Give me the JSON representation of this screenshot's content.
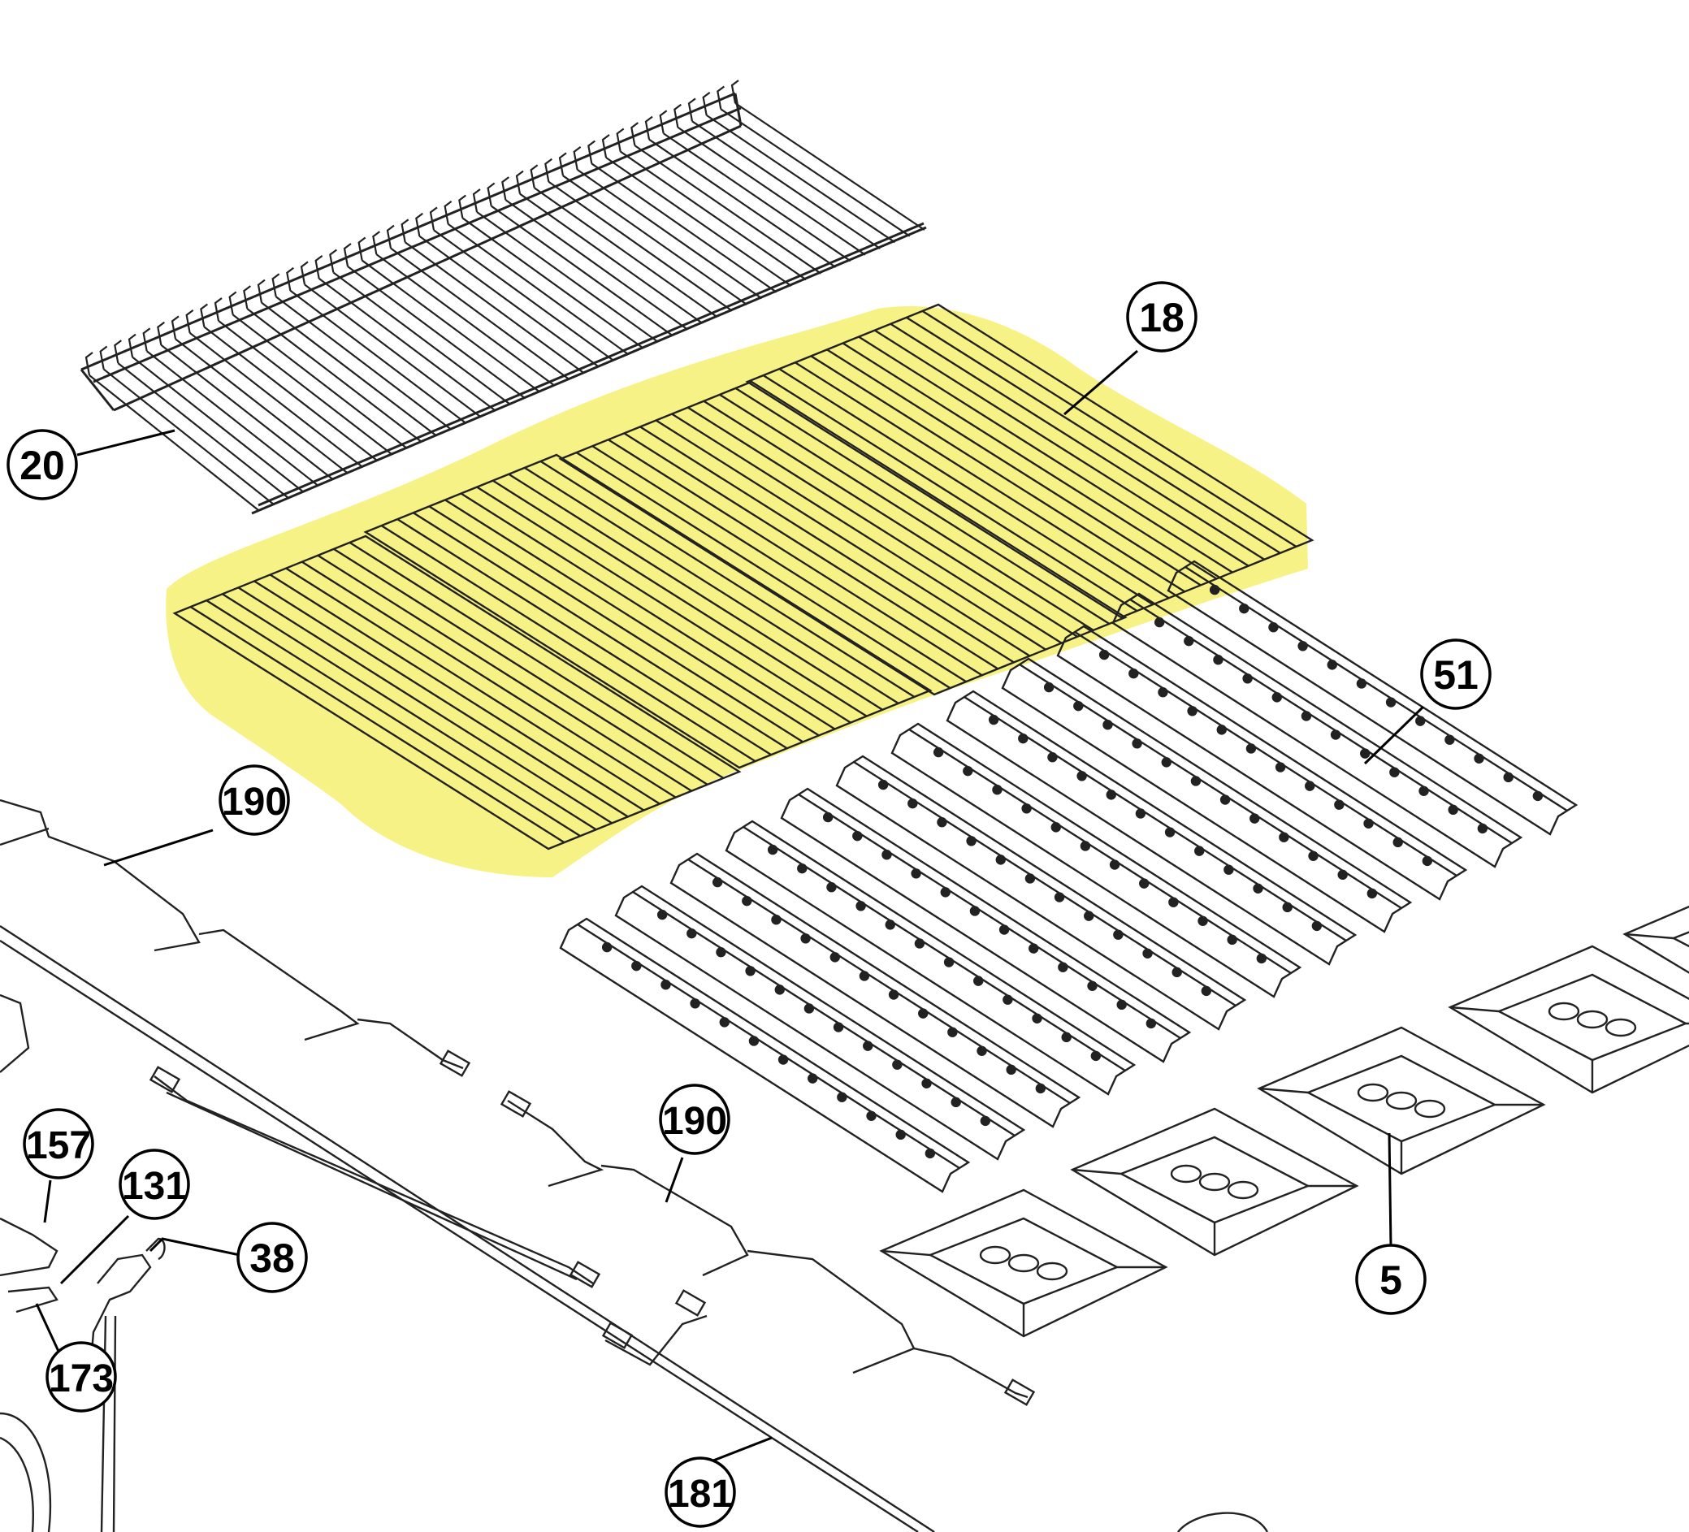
{
  "highlight_color": "#f7f285",
  "line_color": "#222222",
  "parts": [
    {
      "id": "p20",
      "label": "20",
      "name": "warming-rack"
    },
    {
      "id": "p18",
      "label": "18",
      "name": "cooking-grates"
    },
    {
      "id": "p51",
      "label": "51",
      "name": "flavorizer-bars"
    },
    {
      "id": "p5",
      "label": "5",
      "name": "heat-deflectors"
    },
    {
      "id": "p190a",
      "label": "190",
      "name": "wiring-harness"
    },
    {
      "id": "p190b",
      "label": "190",
      "name": "wiring-harness"
    },
    {
      "id": "p157",
      "label": "157",
      "name": "part"
    },
    {
      "id": "p131",
      "label": "131",
      "name": "part"
    },
    {
      "id": "p38",
      "label": "38",
      "name": "part"
    },
    {
      "id": "p173",
      "label": "173",
      "name": "part"
    },
    {
      "id": "p181",
      "label": "181",
      "name": "part"
    }
  ]
}
